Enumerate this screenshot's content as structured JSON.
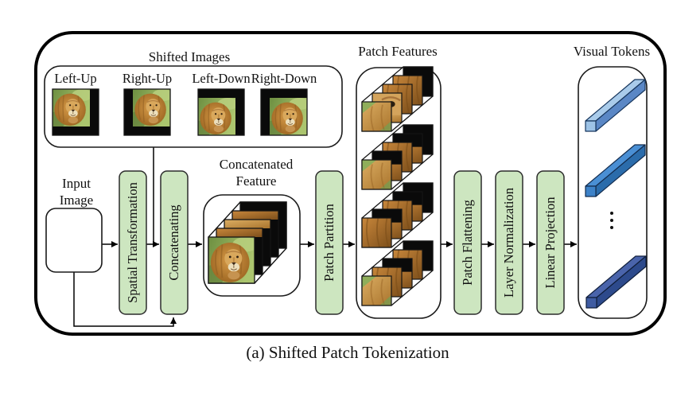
{
  "caption": "(a) Shifted Patch Tokenization",
  "image_subject": "lion",
  "shifted_images": {
    "title": "Shifted Images",
    "labels": [
      "Left-Up",
      "Right-Up",
      "Left-Down",
      "Right-Down"
    ]
  },
  "input_image": {
    "label": [
      "Input",
      "Image"
    ]
  },
  "process_boxes": [
    {
      "label": "Spatial Transformation"
    },
    {
      "label": "Concatenating"
    },
    {
      "label": "Patch Partition"
    },
    {
      "label": "Patch Flattening"
    },
    {
      "label": "Layer Normalization"
    },
    {
      "label": "Linear Projection"
    }
  ],
  "concatenated_feature": {
    "label": [
      "Concatenated",
      "Feature"
    ]
  },
  "patch_features": {
    "title": "Patch Features",
    "stack_count": 4
  },
  "visual_tokens": {
    "title": "Visual Tokens",
    "visible_token_count": 3,
    "ellipsis_dots": 3
  },
  "colors": {
    "process_fill": "#cde6c0",
    "process_stroke": "#2b2b2b",
    "token1_top": "#a9cbea",
    "token1_side": "#5a87c5",
    "token1_cap": "#9dc3e6",
    "token2_top": "#4a8fd4",
    "token2_side": "#2b6cab",
    "token2_cap": "#3d82c8",
    "token3_top": "#4a64ab",
    "token3_side": "#2d4a8c",
    "token3_cap": "#3f5ca2"
  }
}
